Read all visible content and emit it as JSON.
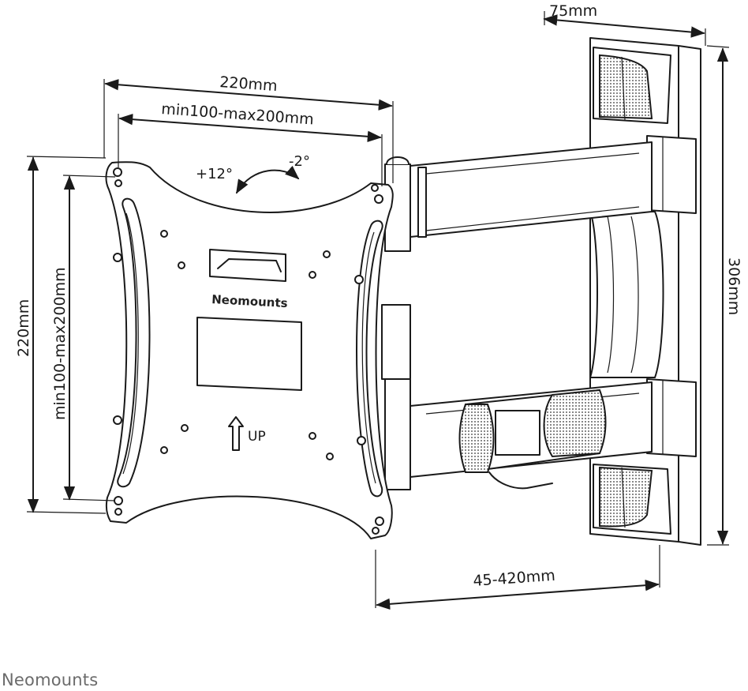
{
  "dimensions": {
    "arm_depth": "75mm",
    "plate_width_outer": "220mm",
    "plate_width_vesa": "min100-max200mm",
    "plate_height_outer": "220mm",
    "plate_height_vesa": "min100-max200mm",
    "wall_plate_height": "306mm",
    "extension_range": "45-420mm"
  },
  "tilt": {
    "up_angle": "+12°",
    "down_angle": "-2°"
  },
  "plate_labels": {
    "brand": "Neomounts",
    "up_label": "UP"
  },
  "footer": {
    "brand": "Neomounts"
  }
}
